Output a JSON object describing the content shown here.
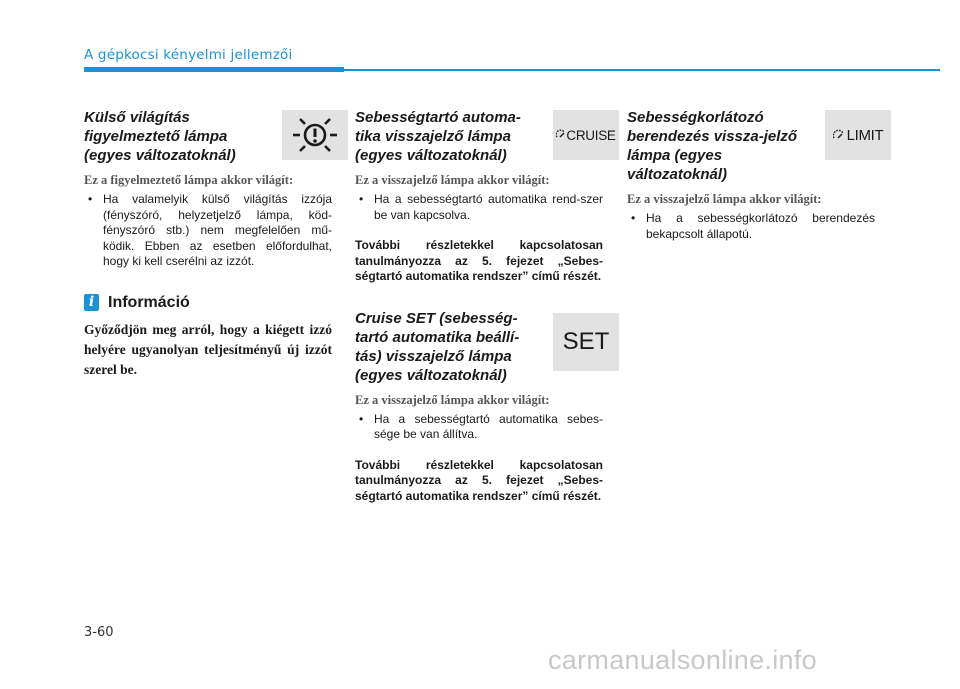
{
  "header": {
    "section_title": "A gépkocsi kényelmi jellemzői"
  },
  "col1": {
    "block1": {
      "title": "Külső világítás figyelmeztető lámpa (egyes változatoknál)",
      "icon": "exterior-light-warning-icon",
      "subtitle": "Ez a figyelmeztető lámpa akkor világít:",
      "bullet": "Ha valamelyik külső világítás izzója (fényszóró, helyzetjelző lámpa, köd-fényszóró stb.) nem megfelelően mű-ködik. Ebben az esetben előfordulhat, hogy ki kell cserélni az izzót."
    },
    "info": {
      "icon_letter": "i",
      "title": "Információ",
      "text": "Győződjön meg arról, hogy a kiégett izzó helyére ugyanolyan teljesítményű új izzót szerel be."
    }
  },
  "col2": {
    "block1": {
      "title": "Sebességtartó automa-tika visszajelző lámpa (egyes változatoknál)",
      "icon_text": "CRUISE",
      "subtitle": "Ez a visszajelző lámpa akkor világít:",
      "bullet": "Ha a sebességtartó automatika rend-szer be van kapcsolva.",
      "note": "További részletekkel kapcsolatosan tanulmányozza az 5. fejezet „Sebes-ségtartó automatika rendszer” című részét."
    },
    "block2": {
      "title": "Cruise SET (sebesség-tartó automatika beállí-tás) visszajelző lámpa (egyes változatoknál)",
      "icon_text": "SET",
      "subtitle": "Ez a visszajelző lámpa akkor világít:",
      "bullet": "Ha a sebességtartó automatika sebes-sége be van állítva.",
      "note": "További részletekkel kapcsolatosan tanulmányozza az 5. fejezet „Sebes-ségtartó automatika rendszer” című részét."
    }
  },
  "col3": {
    "block1": {
      "title": "Sebességkorlátozó berendezés vissza-jelző lámpa (egyes változatoknál)",
      "icon_text": "LIMIT",
      "subtitle": "Ez a visszajelző lámpa akkor világít:",
      "bullet": "Ha a sebességkorlátozó berendezés bekapcsolt állapotú."
    }
  },
  "footer": {
    "page_number": "3-60",
    "watermark": "carmanualsonline.info"
  },
  "bullet_char": "•",
  "colors": {
    "accent": "#1a93d6",
    "icon_bg": "#e2e2e2"
  }
}
